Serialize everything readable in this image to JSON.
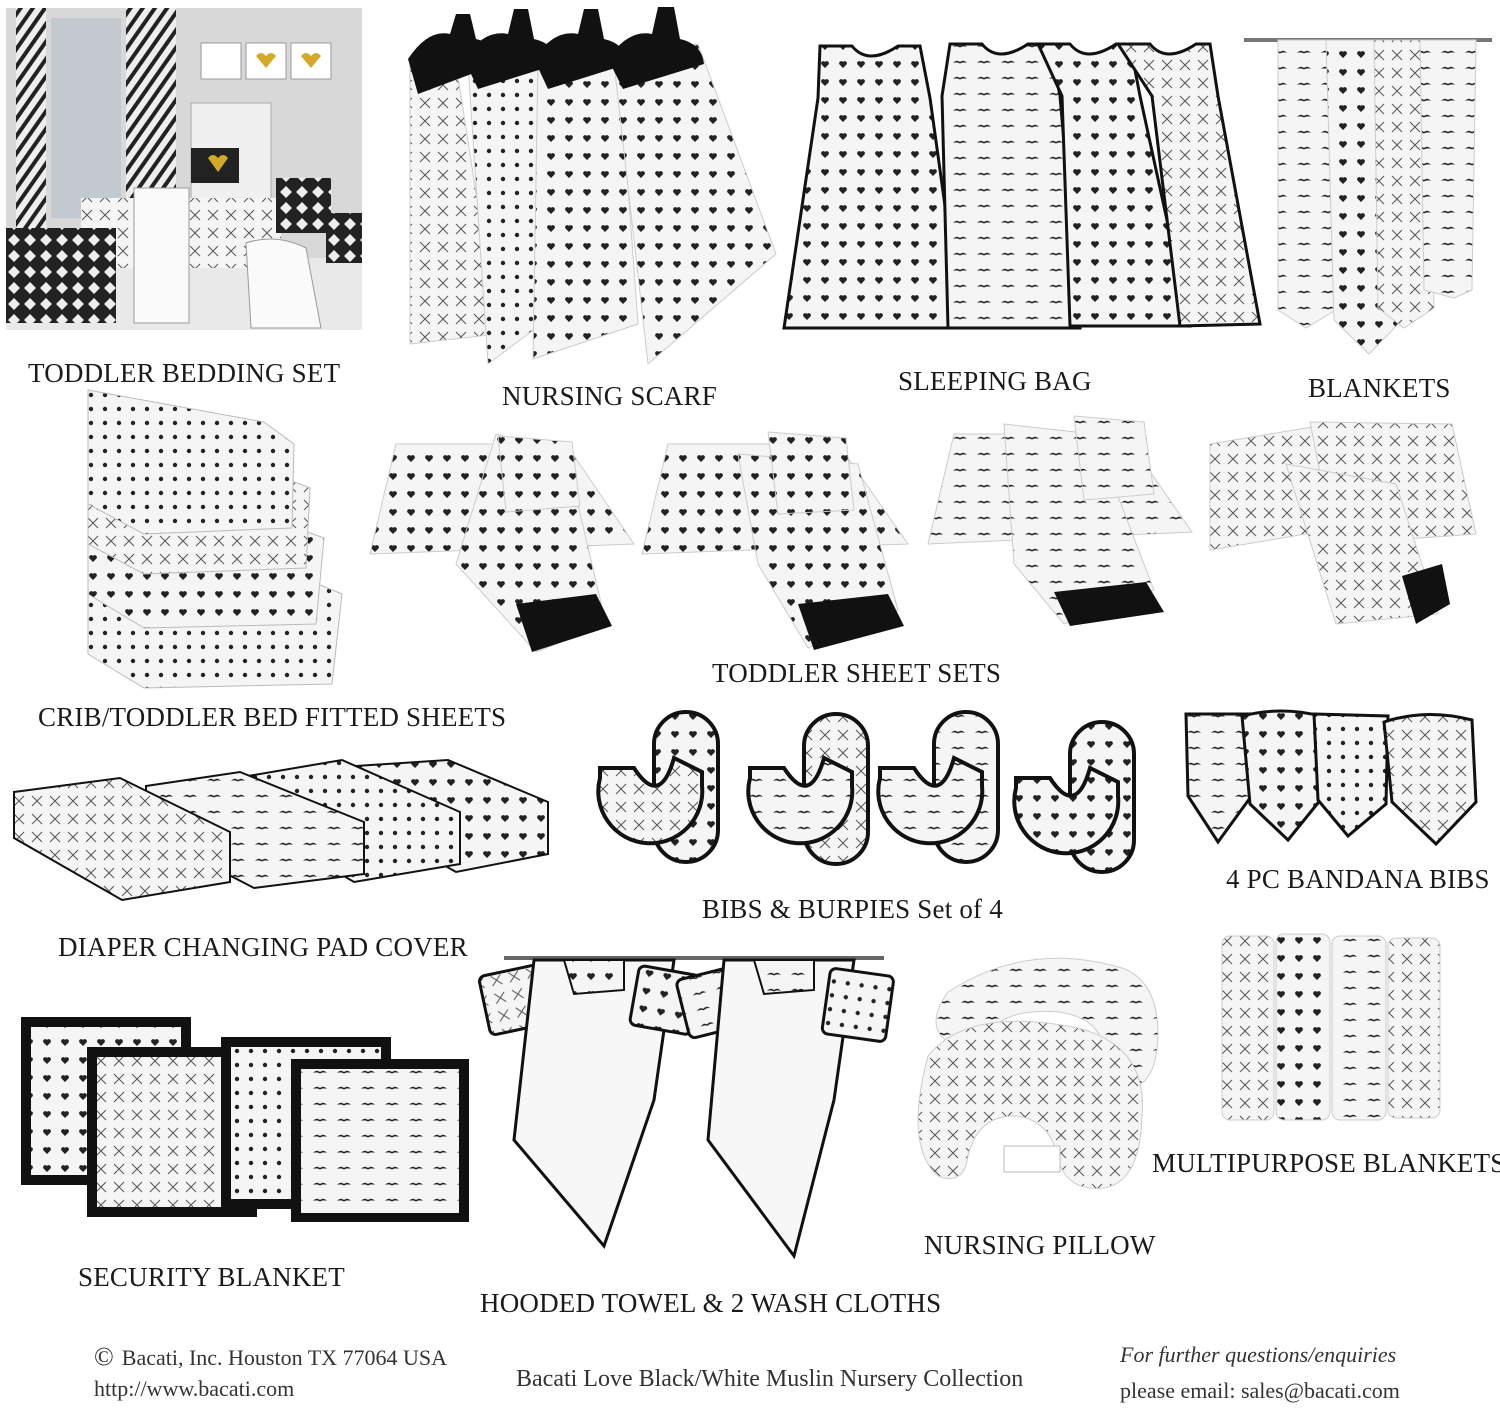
{
  "labels": {
    "toddler_bedding_set": "TODDLER BEDDING SET",
    "nursing_scarf": "NURSING SCARF",
    "sleeping_bag": "SLEEPING BAG",
    "blankets": "BLANKETS",
    "crib_fitted_sheets": "CRIB/TODDLER BED FITTED SHEETS",
    "toddler_sheet_sets": "TODDLER SHEET SETS",
    "bibs_burpies": "BIBS & BURPIES Set of 4",
    "bandana_bibs": "4 PC BANDANA BIBS",
    "diaper_pad_cover": "DIAPER CHANGING PAD COVER",
    "security_blanket": "SECURITY BLANKET",
    "hooded_towel": "HOODED TOWEL & 2 WASH CLOTHS",
    "nursing_pillow": "NURSING PILLOW",
    "multipurpose_blankets": "MULTIPURPOSE BLANKETS"
  },
  "footer": {
    "copyright": "Bacati, Inc.  Houston TX 77064 USA",
    "website": "http://www.bacati.com",
    "collection": "Bacati Love Black/White Muslin Nursery  Collection",
    "questions": "For further questions/enquiries",
    "email": "please email: sales@bacati.com"
  },
  "colors": {
    "ink": "#1a1a1a",
    "fabric": "#f4f4f4",
    "trim": "#111111",
    "room": "#cfcfcf"
  }
}
